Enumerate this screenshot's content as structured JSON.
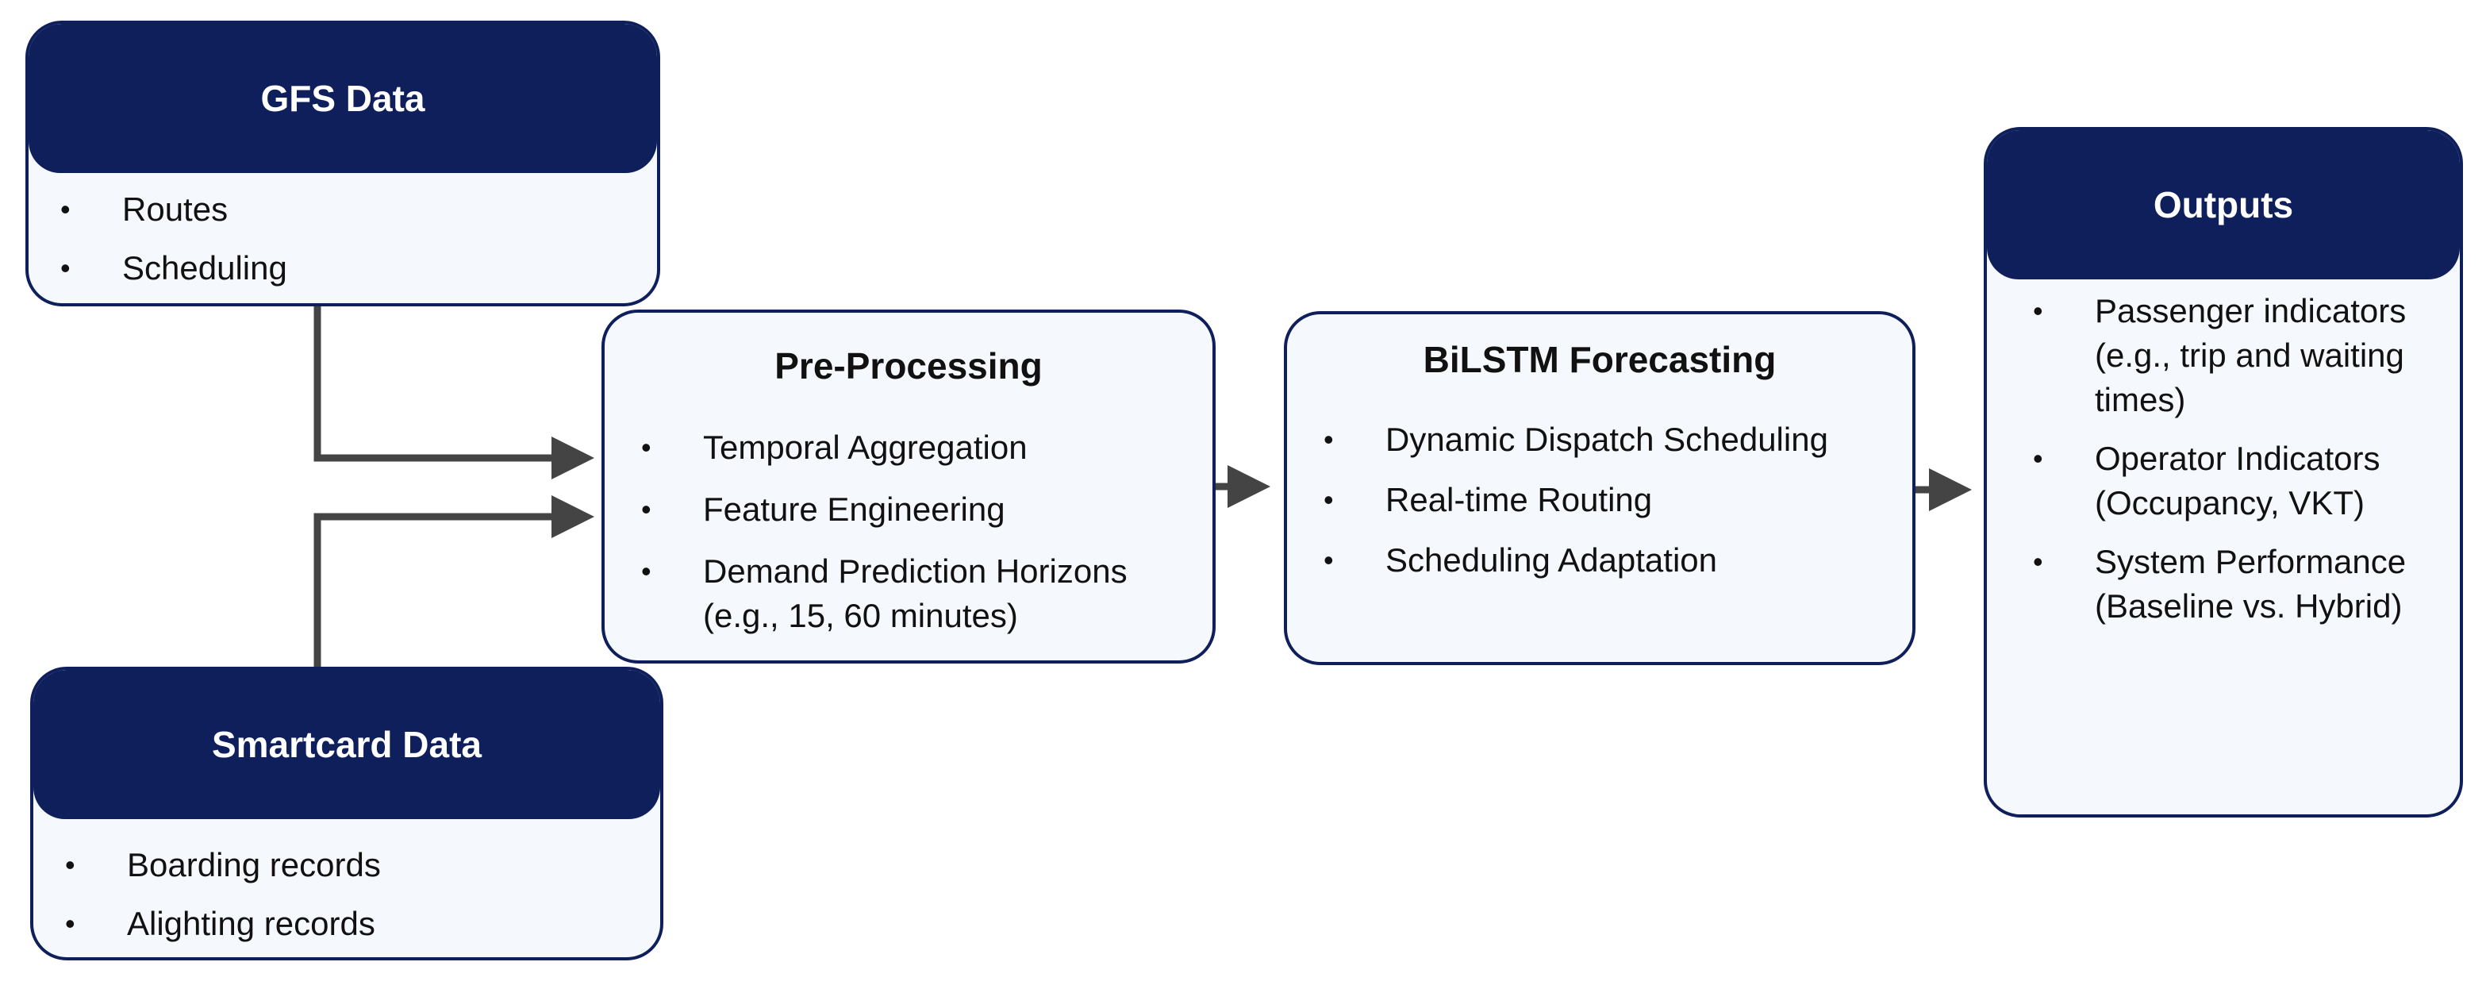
{
  "gfs": {
    "title": "GFS Data",
    "items": [
      "Routes",
      "Scheduling"
    ]
  },
  "smartcard": {
    "title": "Smartcard Data",
    "items": [
      "Boarding records",
      "Alighting records"
    ]
  },
  "preprocessing": {
    "title": "Pre-Processing",
    "items": [
      "Temporal Aggregation",
      "Feature Engineering",
      "Demand Prediction Horizons (e.g., 15, 60 minutes)"
    ]
  },
  "bilstm": {
    "title": "BiLSTM Forecasting",
    "items": [
      "Dynamic Dispatch Scheduling",
      "Real-time Routing",
      "Scheduling Adaptation"
    ]
  },
  "outputs": {
    "title": "Outputs",
    "items": [
      "Passenger indicators (e.g., trip and waiting times)",
      "Operator Indicators (Occupancy, VKT)",
      "System Performance (Baseline vs. Hybrid)"
    ]
  },
  "colors": {
    "navy": "#0f1f5c",
    "fill": "#f5f8fc",
    "arrow": "#444444"
  }
}
